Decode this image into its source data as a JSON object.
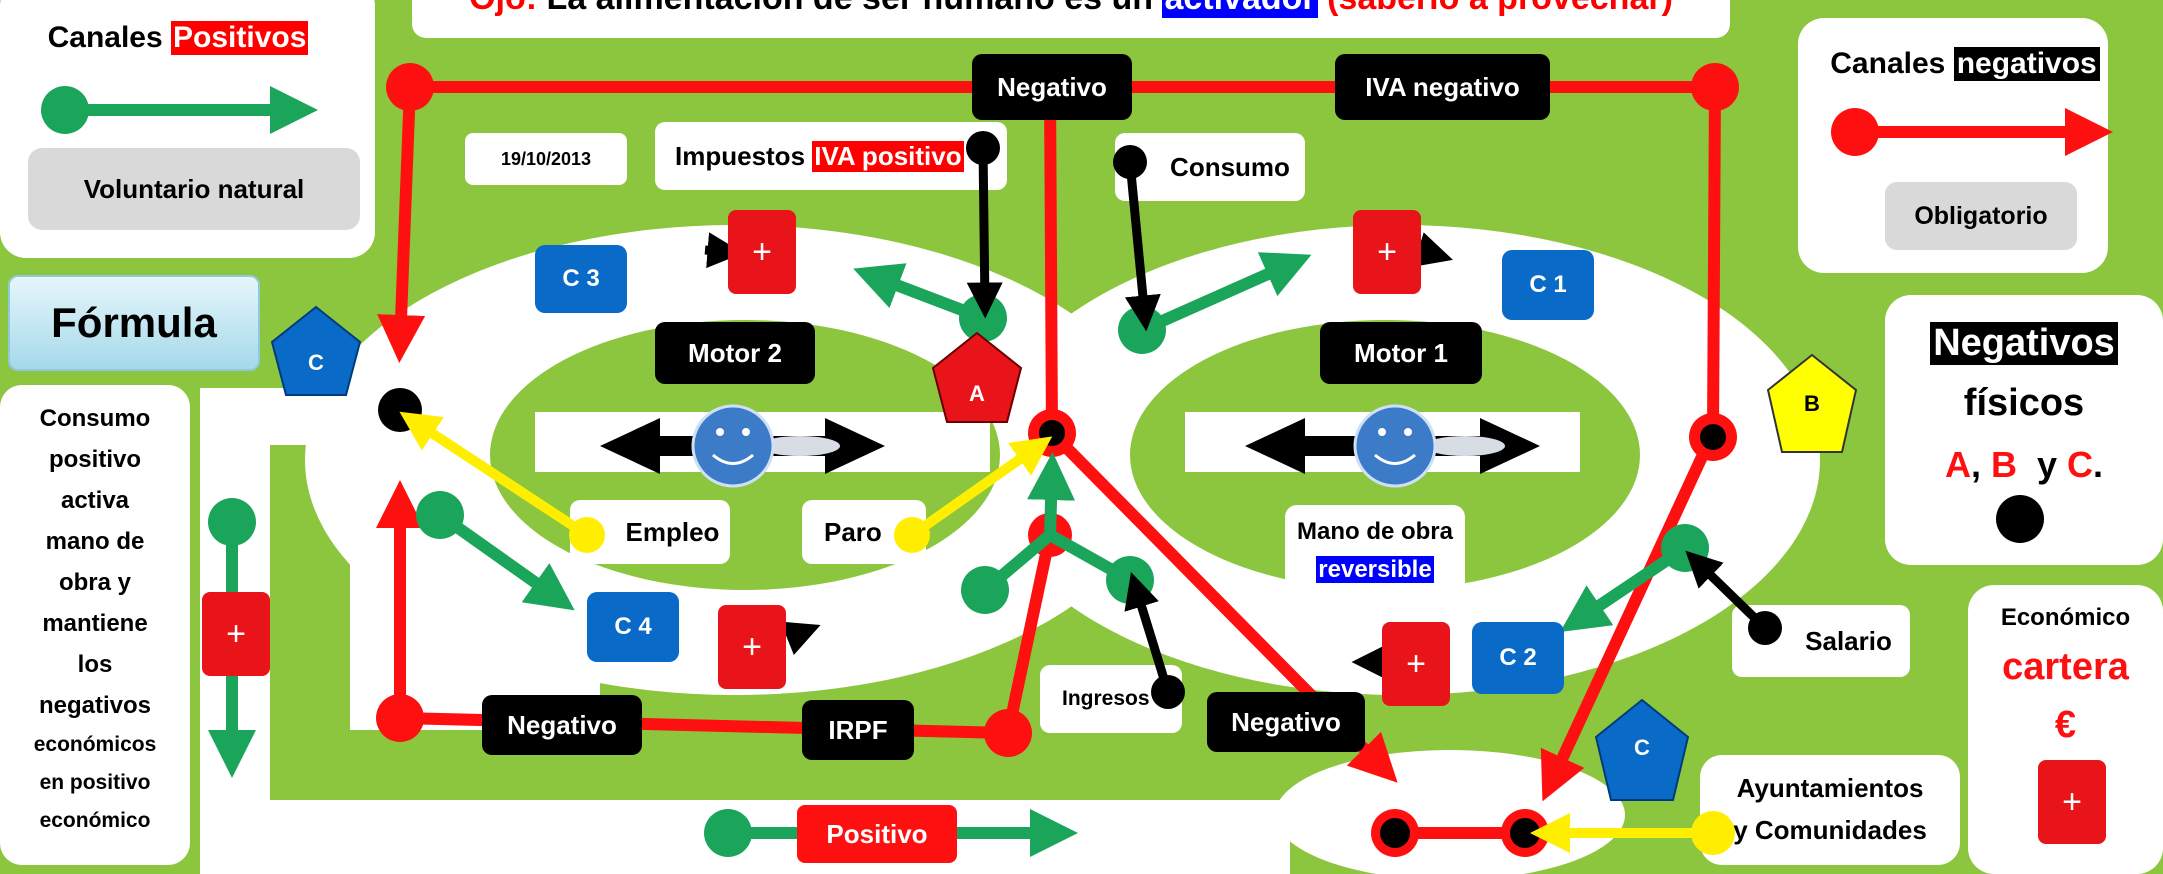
{
  "top_banner": {
    "prefix": "Ojo:",
    "text_before": "La alimentación de ser humano es un",
    "highlight": "activador",
    "text_after": "(saberlo a provechar)"
  },
  "legend_positive": {
    "title_plain": "Canales",
    "title_highlight": "Positivos",
    "subtitle": "Voluntario natural"
  },
  "legend_negative": {
    "title_plain": "Canales",
    "title_highlight": "negativos",
    "subtitle": "Obligatorio"
  },
  "date": "19/10/2013",
  "formula_button": "Fórmula",
  "left_panel": [
    "Consumo",
    "positivo",
    "activa",
    "mano de",
    "obra y",
    "mantiene",
    "los",
    "negativos",
    "económicos",
    "en positivo",
    "económico"
  ],
  "right_panel": {
    "title": "Negativos",
    "line2": "físicos",
    "a": "A",
    "sep1": ",",
    "b": "B",
    "sep2": "y",
    "c": "C",
    "end": "."
  },
  "econ_panel": {
    "title": "Económico",
    "big": "cartera",
    "currency": "€",
    "plus": "+"
  },
  "labels": {
    "taxes_plain": "Impuestos",
    "taxes_highlight": "IVA positivo",
    "consumo": "Consumo",
    "motor2": "Motor  2",
    "motor1": "Motor  1",
    "empleo": "Empleo",
    "paro": "Paro",
    "mano_obra": "Mano de obra",
    "reversible": "reversible",
    "salario": "Salario",
    "ingresos": "Ingresos",
    "ayuntamientos_1": "Ayuntamientos",
    "ayuntamientos_2": "y Comunidades",
    "negativo_top": "Negativo",
    "iva_negativo": "IVA negativo",
    "negativo_bottom_left": "Negativo",
    "irpf": "IRPF",
    "negativo_bottom_right": "Negativo",
    "positivo_bottom": "Positivo"
  },
  "c_boxes": {
    "c3": "C 3",
    "c1": "C 1",
    "c4": "C 4",
    "c2": "C 2"
  },
  "pentagons": {
    "left_c": "C",
    "a": "A",
    "b": "B",
    "bottom_c": "C"
  },
  "plus_sign": "+",
  "colors": {
    "background": "#8cc63f",
    "positive": "#1aa55a",
    "negative": "#ff1010",
    "highlight_blue": "#0000ff",
    "box_blue": "#0a6ac8",
    "yellow": "#ffee00"
  }
}
